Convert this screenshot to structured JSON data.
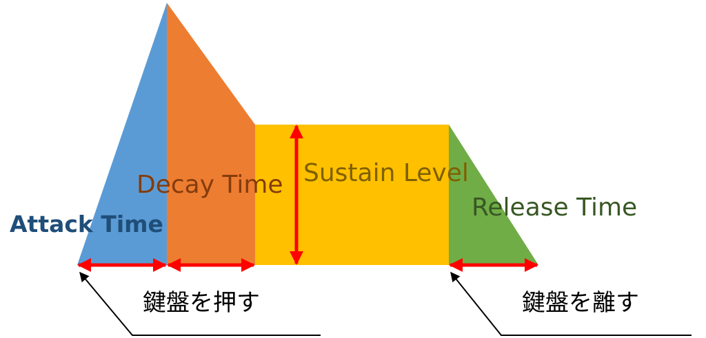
{
  "diagram": {
    "type": "ADSR envelope",
    "colors": {
      "attack": "#5b9bd5",
      "decay": "#ed7d31",
      "sustain": "#ffc000",
      "release": "#70ad47",
      "arrow": "#ff0000",
      "pointer": "#000000"
    },
    "labels": {
      "attack": {
        "text": "Attack Time",
        "color": "#1f4e79"
      },
      "decay": {
        "text": "Decay Time",
        "color": "#843c0c"
      },
      "sustain": {
        "text": "Sustain Level",
        "color": "#7f6000"
      },
      "release": {
        "text": "Release Time",
        "color": "#385723"
      }
    },
    "annotations": {
      "key_press": "鍵盤を押す",
      "key_release": "鍵盤を離す"
    }
  }
}
